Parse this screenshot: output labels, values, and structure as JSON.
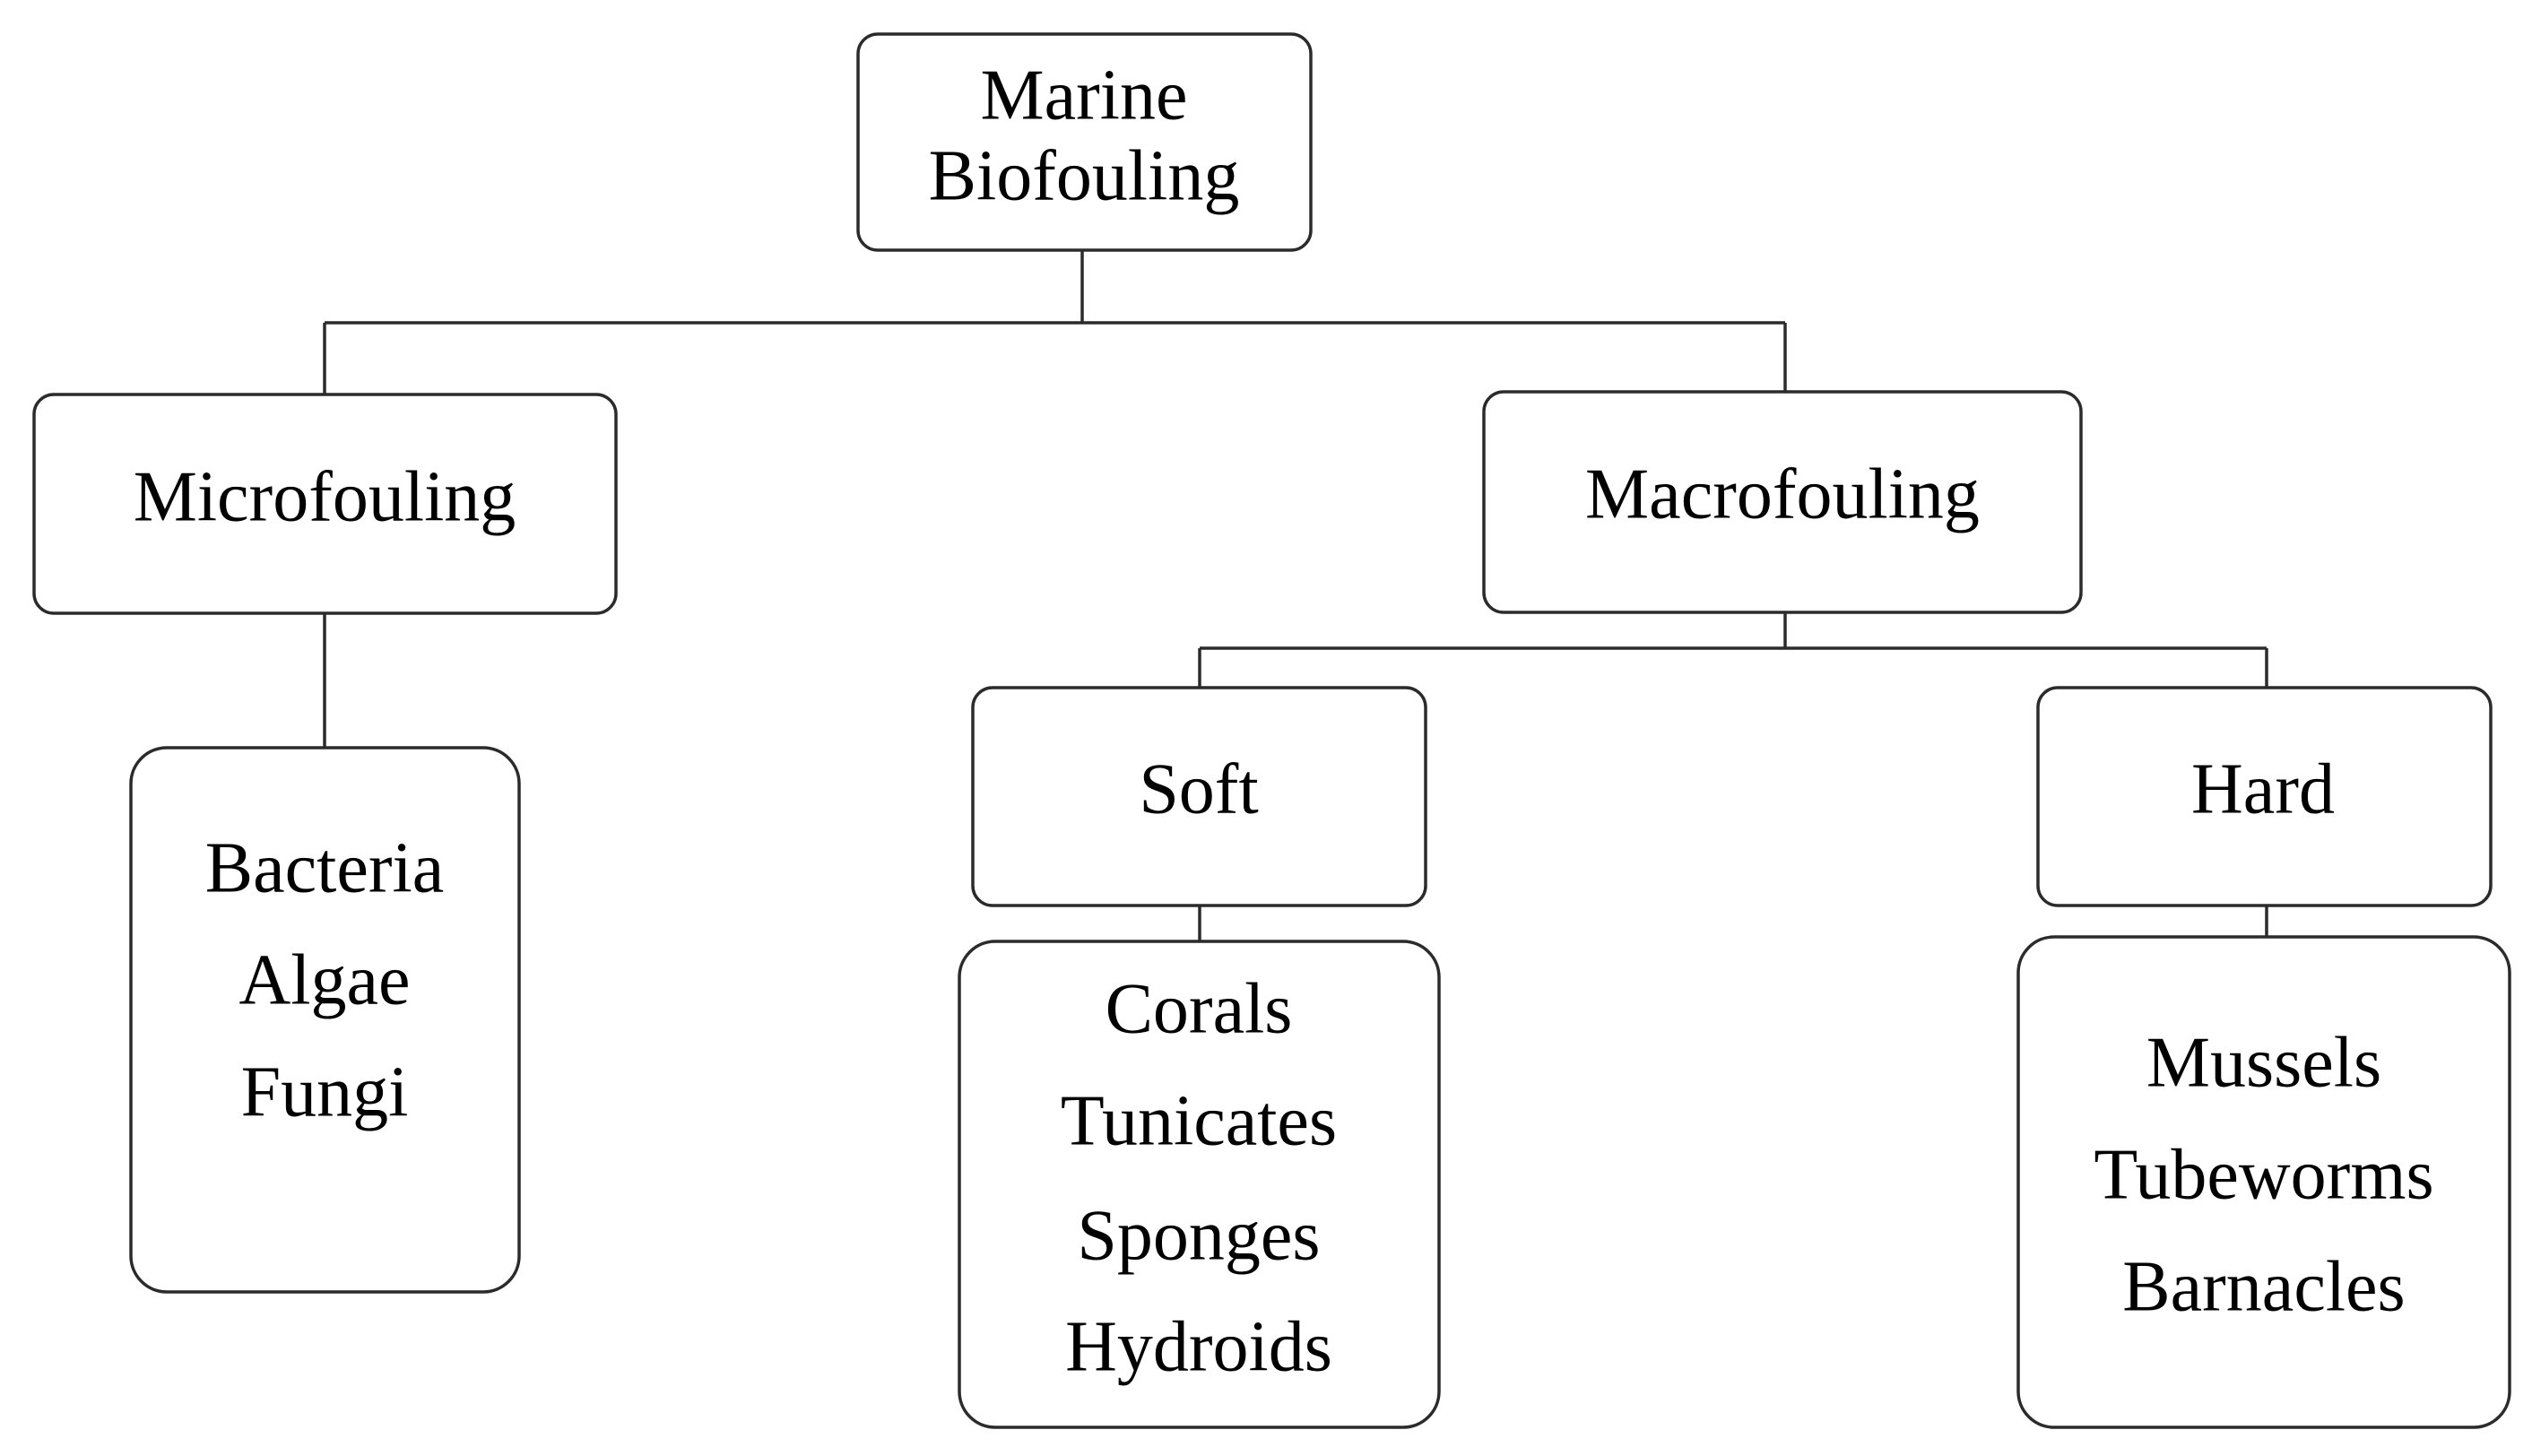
{
  "diagram": {
    "root": {
      "lines": [
        "Marine",
        "Biofouling"
      ]
    },
    "micro": {
      "label": "Microfouling",
      "organisms": [
        "Bacteria",
        "Algae",
        "Fungi"
      ]
    },
    "macro": {
      "label": "Macrofouling",
      "soft": {
        "label": "Soft",
        "organisms": [
          "Corals",
          "Tunicates",
          "Sponges",
          "Hydroids"
        ]
      },
      "hard": {
        "label": "Hard",
        "organisms": [
          "Mussels",
          "Tubeworms",
          "Barnacles"
        ]
      }
    }
  }
}
